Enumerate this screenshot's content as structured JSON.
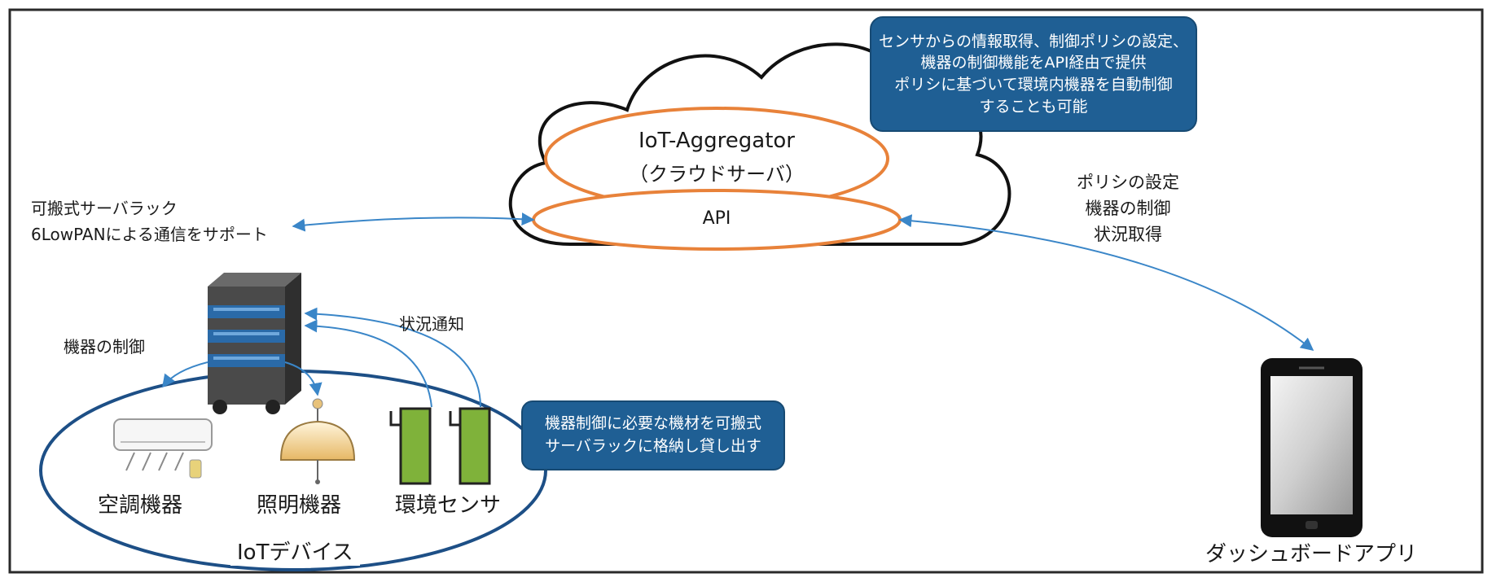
{
  "colors": {
    "frame": "#2a2a2a",
    "cloud_outline": "#111111",
    "orange": "#e8823a",
    "arrow": "#3a86c8",
    "callout_bg": "#1f5f94",
    "device_ring": "#1d4f86",
    "sensor_green": "#7fb23a",
    "server_body": "#4a4a4a",
    "server_stripe": "#2a6aa8"
  },
  "cloud_callout": {
    "lines": [
      "センサからの情報取得、制御ポリシの設定、",
      "機器の制御機能をAPI経由で提供",
      "ポリシに基づいて環境内機器を自動制御",
      "することも可能"
    ]
  },
  "aggregator": {
    "title": "IoT-Aggregator",
    "subtitle": "（クラウドサーバ）",
    "api_label": "API"
  },
  "server_rack": {
    "label_line1": "可搬式サーバラック",
    "label_line2": "6LowPANによる通信をサポート"
  },
  "dashboard_link": {
    "lines": [
      "ポリシの設定",
      "機器の制御",
      "状況取得"
    ]
  },
  "device_control_label": "機器の制御",
  "status_notify_label": "状況通知",
  "rack_callout": {
    "lines": [
      "機器制御に必要な機材を可搬式",
      "サーバラックに格納し貸し出す"
    ]
  },
  "devices": {
    "ac": "空調機器",
    "light": "照明機器",
    "sensor": "環境センサ",
    "group": "IoTデバイス"
  },
  "dashboard_app": "ダッシュボードアプリ"
}
